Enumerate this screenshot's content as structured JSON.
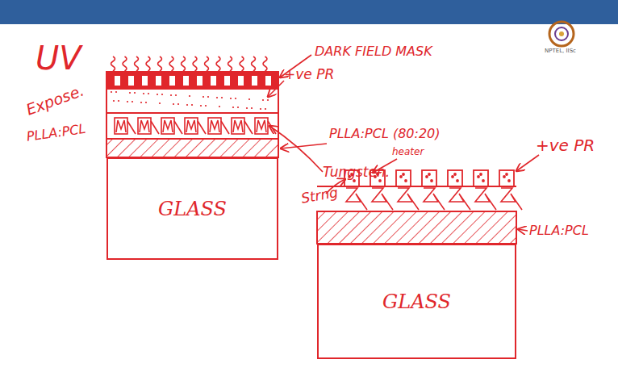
{
  "diagram": {
    "nodes": [
      {
        "text": [
          "GLASS"
        ]
      },
      {
        "text": [
          "GLASS"
        ]
      }
    ],
    "labels": [
      "UV",
      "Expose.",
      "DARK FIELD MASK",
      "+ve PR",
      "Tungsten.",
      "PLLA:PCL",
      "PLLA:PCL (80:20)",
      "+ve PR",
      "heater",
      "Strng",
      "PLLA:PCL",
      "NPTEL, IISc"
    ]
  }
}
